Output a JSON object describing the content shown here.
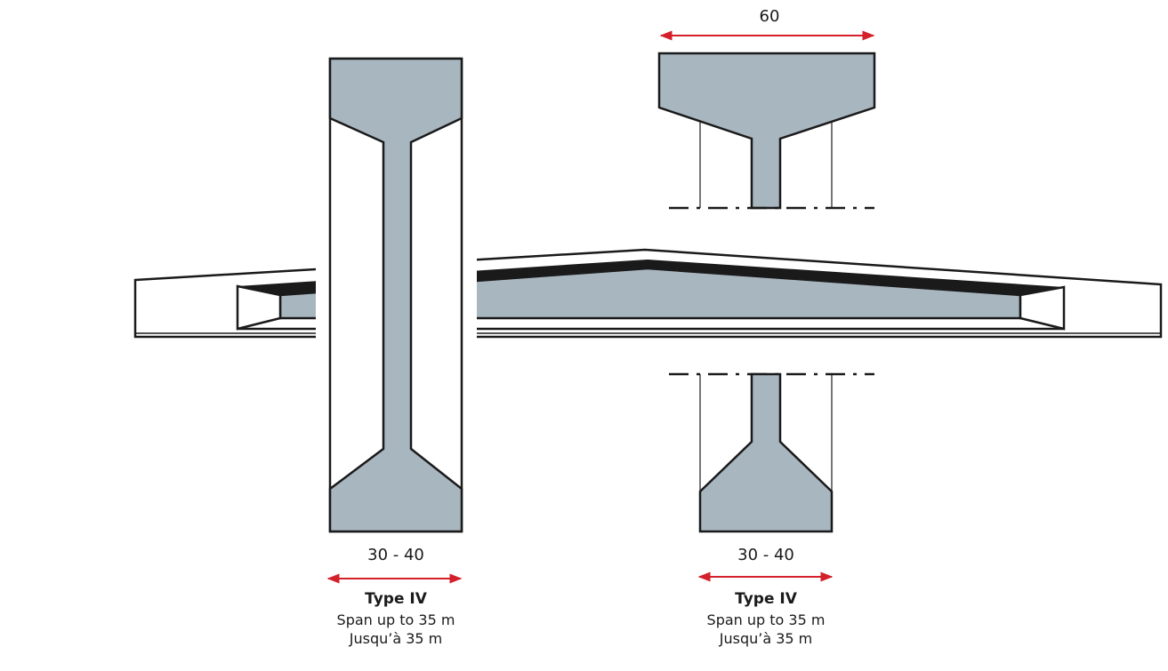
{
  "colors": {
    "concrete": "#a8b6bf",
    "outline": "#1a1a1a",
    "dimension_arrow": "#d4202a",
    "background": "#ffffff"
  },
  "top_section": {
    "width_label": "60"
  },
  "left_beam": {
    "width_label": "30 - 40",
    "type_label": "Type IV",
    "span_en": "Span up to 35 m",
    "span_fr": "Jusqu’à 35 m"
  },
  "right_section": {
    "width_label": "30 - 40",
    "type_label": "Type IV",
    "span_en": "Span up to 35 m",
    "span_fr": "Jusqu’à 35 m"
  }
}
